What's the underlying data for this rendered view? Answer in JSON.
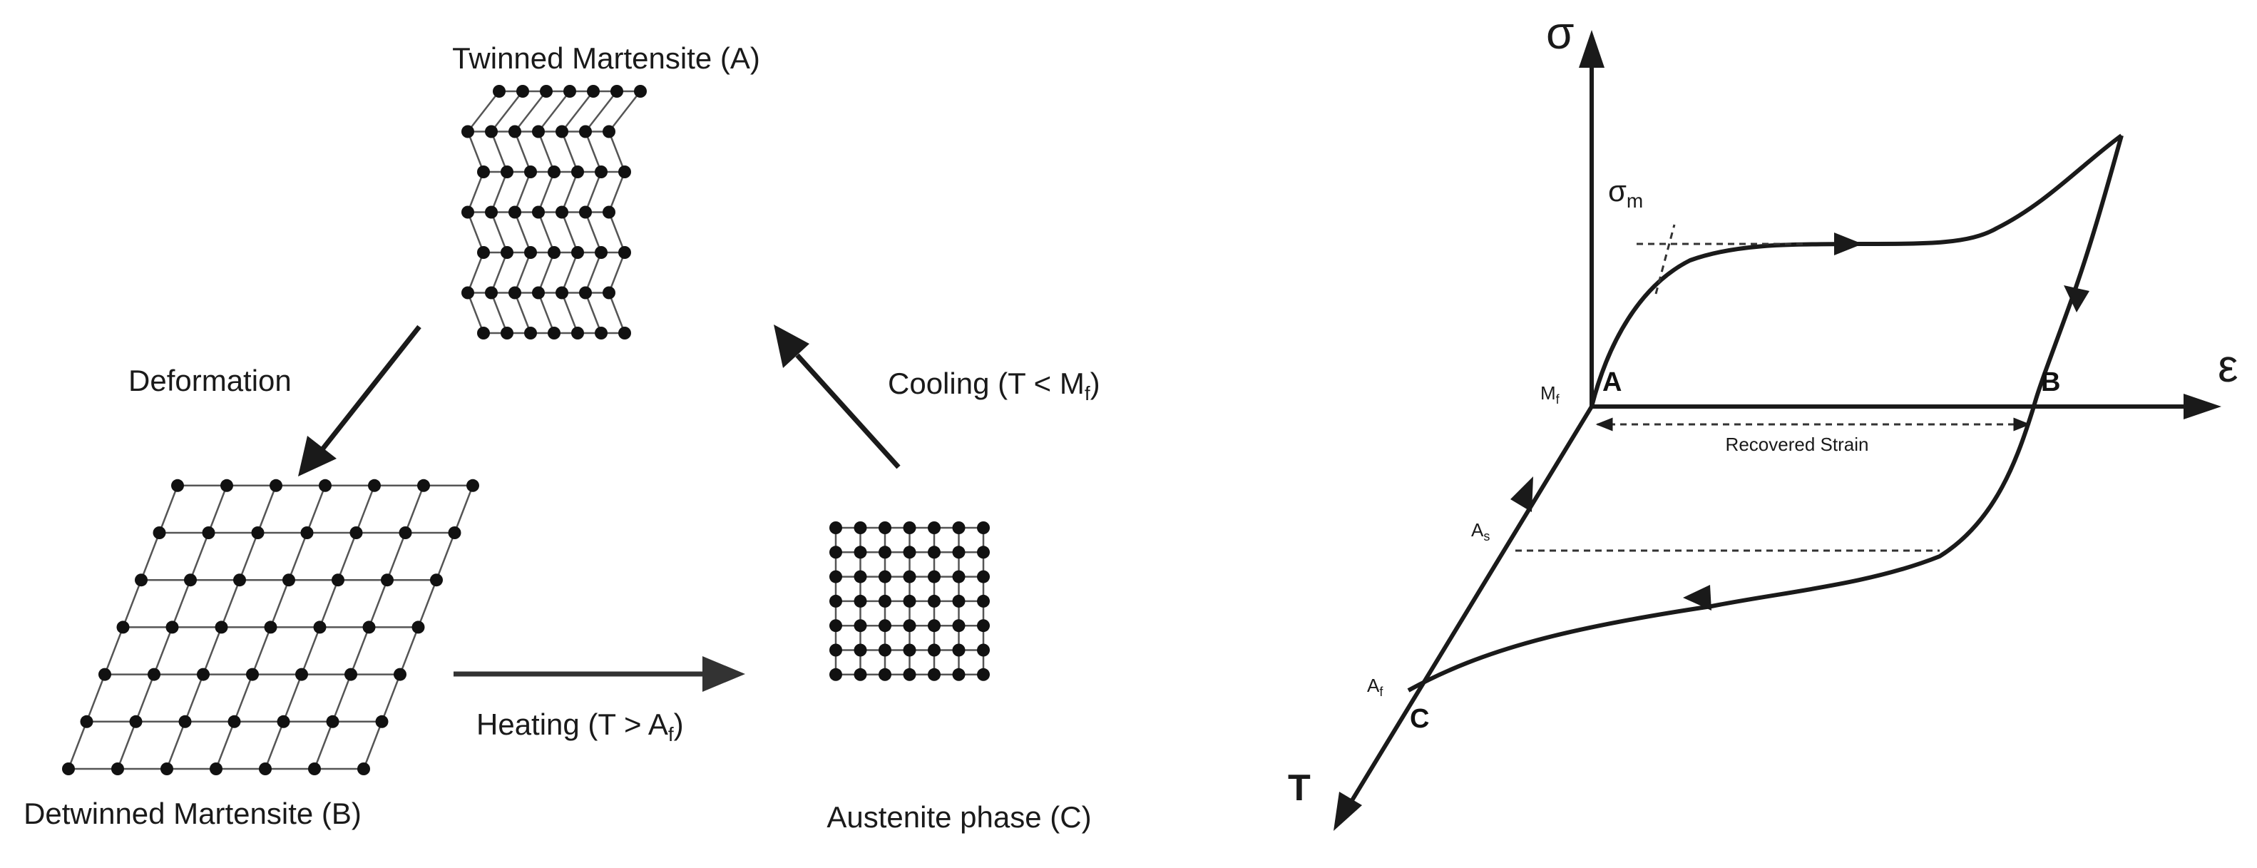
{
  "left_panel": {
    "phases": {
      "twinned": "Twinned Martensite (A)",
      "detwinned": "Detwinned Martensite (B)",
      "austenite": "Austenite phase (C)"
    },
    "processes": {
      "deformation": "Deformation",
      "heating_prefix": "Heating (T > A",
      "heating_sub": "f",
      "heating_suffix": ")",
      "cooling_prefix": "Cooling (T < M",
      "cooling_sub": "f",
      "cooling_suffix": ")"
    }
  },
  "right_panel": {
    "axes": {
      "stress": "σ",
      "strain": "ε",
      "temperature": "T"
    },
    "points": {
      "A": "A",
      "B": "B",
      "C": "C"
    },
    "temperature_marks": {
      "Mf_base": "M",
      "Mf_sub": "f",
      "As_base": "A",
      "As_sub": "s",
      "Af_base": "A",
      "Af_sub": "f"
    },
    "sigma_m_base": "σ",
    "sigma_m_sub": "m",
    "recovered_strain": "Recovered Strain"
  }
}
